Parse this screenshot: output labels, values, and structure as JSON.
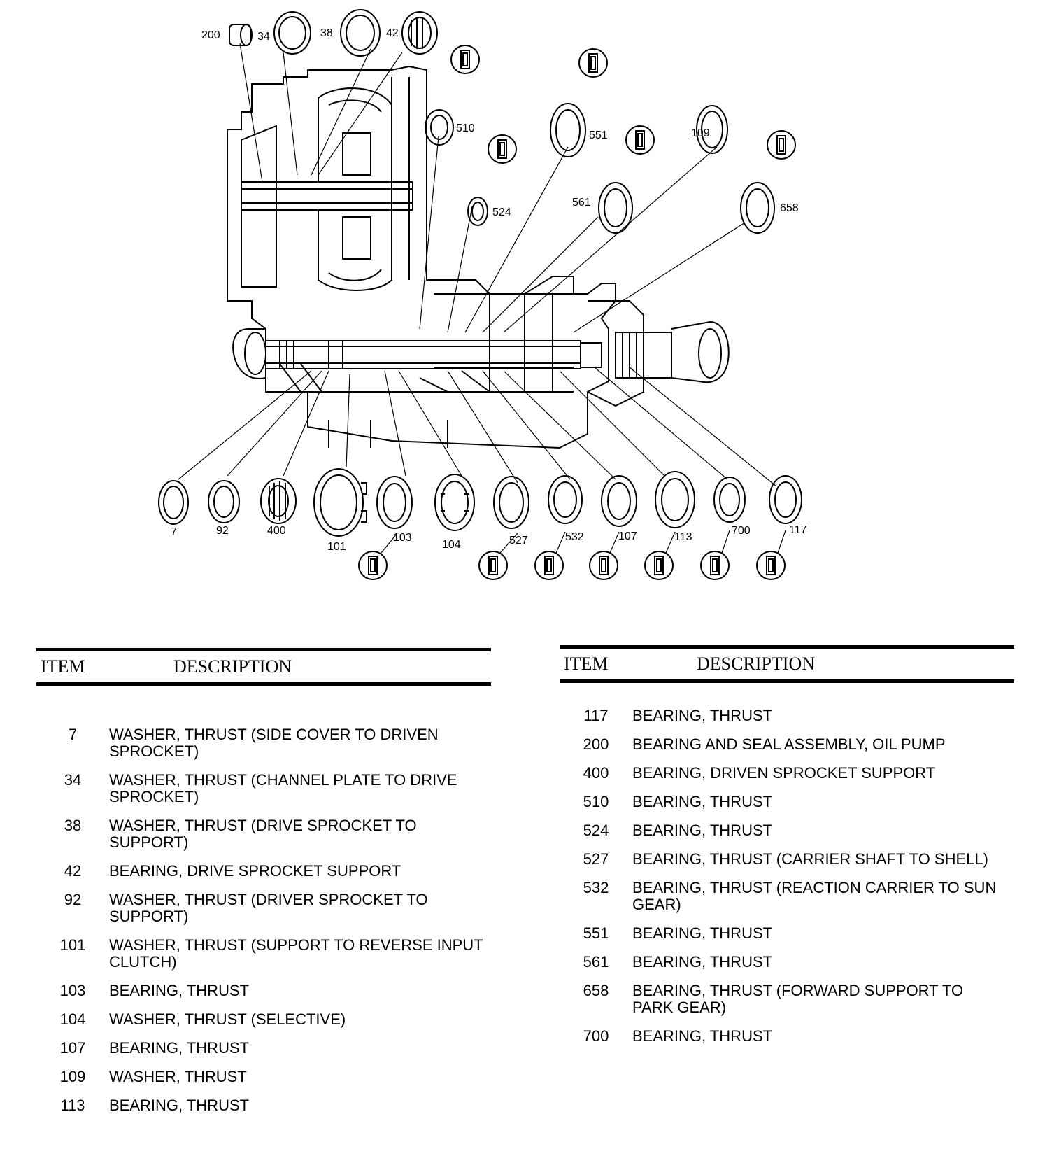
{
  "diagram": {
    "callouts": [
      "200",
      "34",
      "38",
      "42",
      "510",
      "524",
      "551",
      "561",
      "109",
      "658",
      "7",
      "92",
      "400",
      "101",
      "103",
      "104",
      "527",
      "532",
      "107",
      "113",
      "700",
      "117"
    ]
  },
  "table_left": {
    "header_item": "ITEM",
    "header_description": "DESCRIPTION",
    "rows": [
      {
        "item": "7",
        "description": "WASHER, THRUST (SIDE COVER TO DRIVEN SPROCKET)"
      },
      {
        "item": "34",
        "description": "WASHER, THRUST (CHANNEL PLATE TO DRIVE SPROCKET)"
      },
      {
        "item": "38",
        "description": "WASHER, THRUST (DRIVE SPROCKET TO SUPPORT)"
      },
      {
        "item": "42",
        "description": "BEARING, DRIVE SPROCKET SUPPORT"
      },
      {
        "item": "92",
        "description": "WASHER, THRUST (DRIVER SPROCKET TO SUPPORT)"
      },
      {
        "item": "101",
        "description": "WASHER, THRUST (SUPPORT TO REVERSE INPUT CLUTCH)"
      },
      {
        "item": "103",
        "description": "BEARING, THRUST"
      },
      {
        "item": "104",
        "description": "WASHER, THRUST (SELECTIVE)"
      },
      {
        "item": "107",
        "description": "BEARING, THRUST"
      },
      {
        "item": "109",
        "description": "WASHER, THRUST"
      },
      {
        "item": "113",
        "description": "BEARING, THRUST"
      }
    ]
  },
  "table_right": {
    "header_item": "ITEM",
    "header_description": "DESCRIPTION",
    "rows": [
      {
        "item": "117",
        "description": "BEARING, THRUST"
      },
      {
        "item": "200",
        "description": "BEARING AND SEAL ASSEMBLY, OIL PUMP"
      },
      {
        "item": "400",
        "description": "BEARING, DRIVEN SPROCKET SUPPORT"
      },
      {
        "item": "510",
        "description": "BEARING, THRUST"
      },
      {
        "item": "524",
        "description": "BEARING, THRUST"
      },
      {
        "item": "527",
        "description": "BEARING, THRUST (CARRIER SHAFT TO SHELL)"
      },
      {
        "item": "532",
        "description": "BEARING, THRUST (REACTION CARRIER TO SUN GEAR)"
      },
      {
        "item": "551",
        "description": "BEARING, THRUST"
      },
      {
        "item": "561",
        "description": "BEARING, THRUST"
      },
      {
        "item": "658",
        "description": "BEARING, THRUST (FORWARD SUPPORT TO PARK GEAR)"
      },
      {
        "item": "700",
        "description": "BEARING, THRUST"
      }
    ]
  }
}
